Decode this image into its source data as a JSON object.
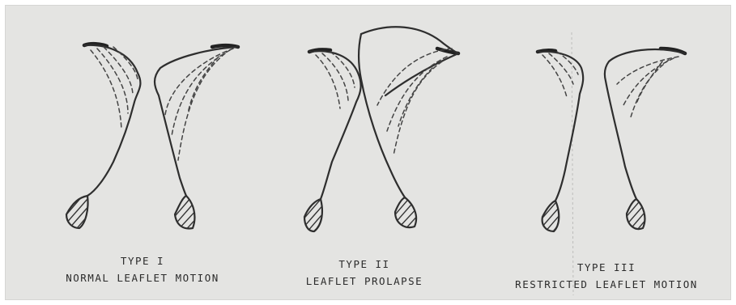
{
  "panels": [
    {
      "type_label": "TYPE I",
      "description": "NORMAL LEAFLET MOTION"
    },
    {
      "type_label": "TYPE II",
      "description": "LEAFLET PROLAPSE"
    },
    {
      "type_label": "TYPE III",
      "description": "RESTRICTED LEAFLET MOTION"
    }
  ]
}
